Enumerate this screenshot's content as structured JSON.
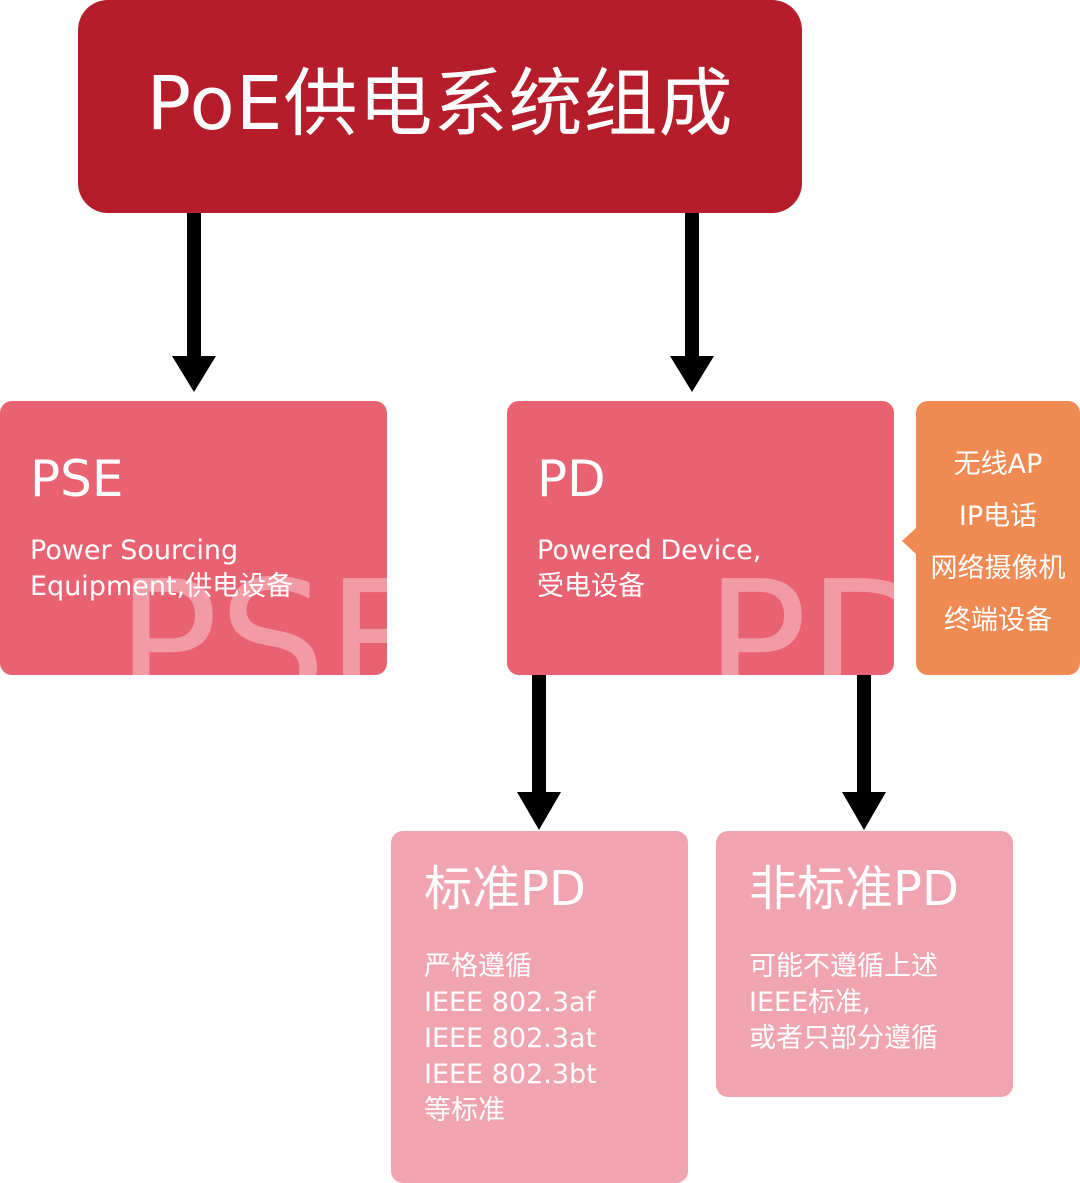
{
  "colors": {
    "title_bg": "#b51d2a",
    "category_bg": "#e96272",
    "watermark": "#f29aa5",
    "devices_bg": "#ef8a52",
    "pd_type_bg": "#f0a4b0",
    "arrow": "#000000"
  },
  "title": "PoE供电系统组成",
  "pse": {
    "heading": "PSE",
    "description_lines": [
      "Power Sourcing",
      "Equipment,供电设备"
    ],
    "watermark": "PSE"
  },
  "pd": {
    "heading": "PD",
    "description_lines": [
      "Powered Device,",
      "受电设备"
    ],
    "watermark": "PD"
  },
  "pd_devices": [
    "无线AP",
    "IP电话",
    "网络摄像机",
    "终端设备"
  ],
  "standard_pd": {
    "heading": "标准PD",
    "lines": [
      "严格遵循",
      "IEEE 802.3af",
      "IEEE 802.3at",
      "IEEE 802.3bt",
      "等标准"
    ]
  },
  "nonstandard_pd": {
    "heading": "非标准PD",
    "lines": [
      "可能不遵循上述",
      "IEEE标准,",
      "或者只部分遵循"
    ]
  }
}
